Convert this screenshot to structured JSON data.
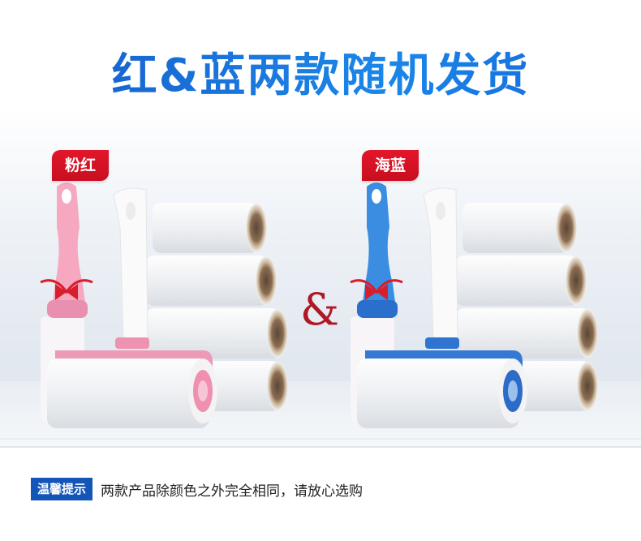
{
  "headline": "红&蓝两款随机发货",
  "variants": [
    {
      "label": "粉红",
      "color": "#f2a0b8",
      "accent": "#e85b8a"
    },
    {
      "label": "海蓝",
      "color": "#3a86d8",
      "accent": "#1f63c4"
    }
  ],
  "separator": "&",
  "notice": {
    "badge": "温馨提示",
    "text": "两款产品除颜色之外完全相同，请放心选购"
  },
  "colors": {
    "headline_blue": "#1a7ce0",
    "tag_red": "#d41224",
    "notice_badge_blue": "#1456b8"
  }
}
